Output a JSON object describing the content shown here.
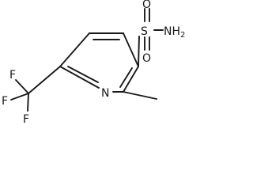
{
  "molecule": {
    "atoms": {
      "ring_nitrogen": "N",
      "sulfur": "S",
      "oxygen_top": "O",
      "oxygen_bottom": "O",
      "amine": "NH",
      "amine_subscript": "2",
      "fluorine_top": "F",
      "fluorine_left": "F",
      "fluorine_bottom": "F"
    }
  }
}
